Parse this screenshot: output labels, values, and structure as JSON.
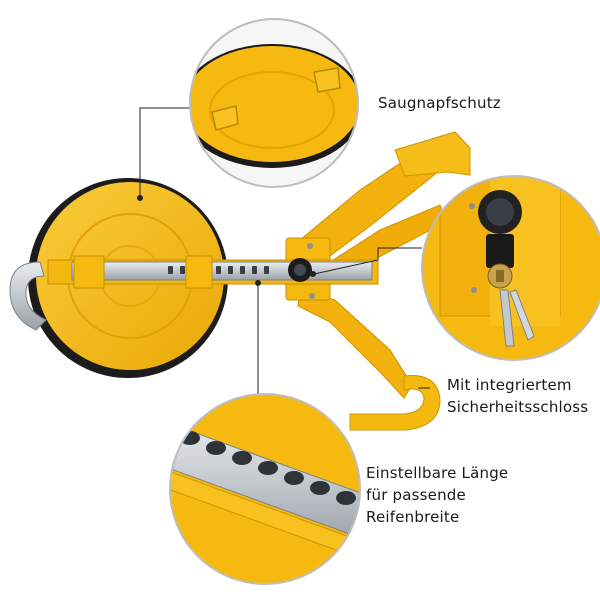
{
  "labels": {
    "suction_cup_protection": "Saugnapfschutz",
    "lock_line1": "Mit integriertem",
    "lock_line2": "Sicherheitsschloss",
    "length_line1": "Einstellbare Länge",
    "length_line2": "für passende",
    "length_line3": "Reifenbreite"
  },
  "colors": {
    "product_yellow": "#f5b90f",
    "steel": "#c9cdd2",
    "background": "#ffffff"
  }
}
